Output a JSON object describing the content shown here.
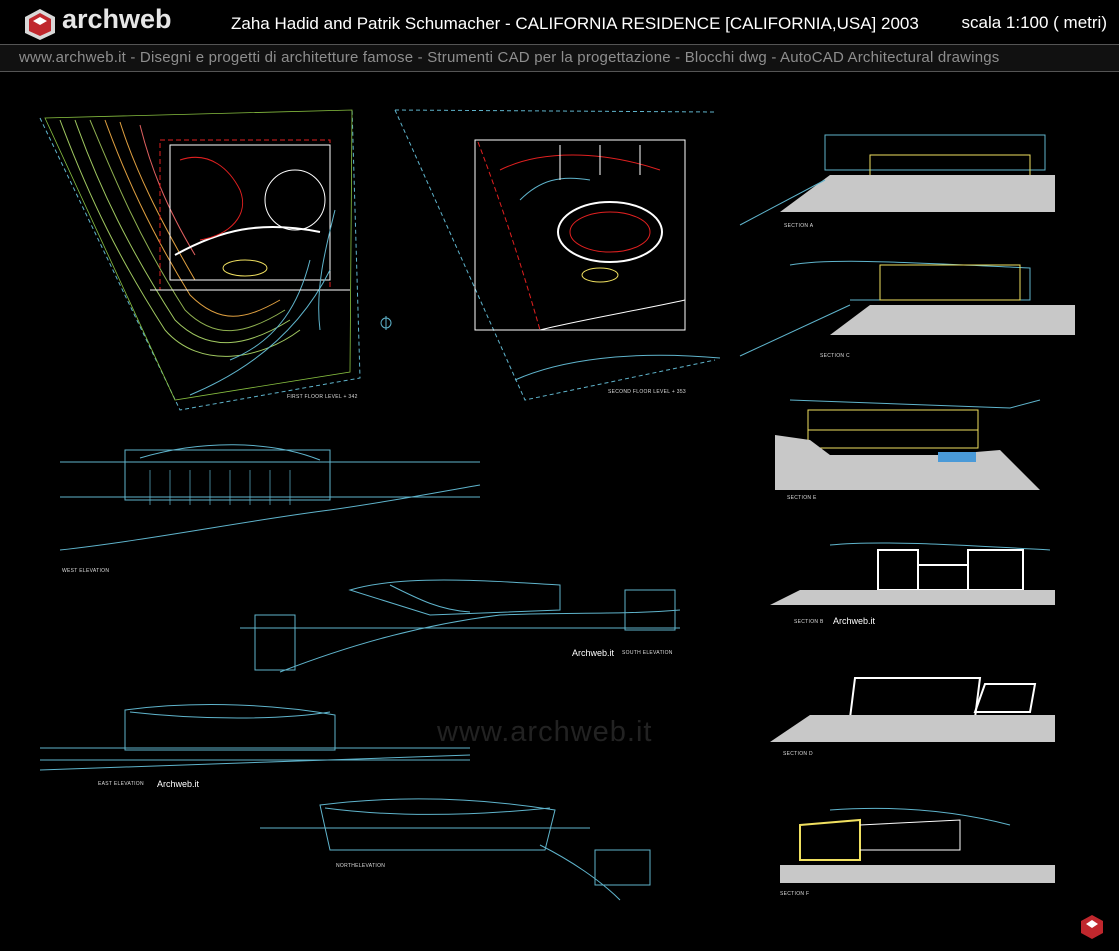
{
  "header": {
    "logo_text": "archweb",
    "title": "Zaha Hadid and Patrik Schumacher - CALIFORNIA RESIDENCE [CALIFORNIA,USA] 2003",
    "scale": "scala 1:100 ( metri)"
  },
  "subbar": {
    "text": "www.archweb.it -   Disegni e progetti di architetture famose  -  Strumenti CAD  per la progettazione  -  Blocchi dwg - AutoCAD Architectural drawings"
  },
  "labels": {
    "first_floor": "FIRST FLOOR     LEVEL  + 342",
    "second_floor": "SECOND FLOOR    LEVEL  + 353",
    "west_elevation": "WEST ELEVATION",
    "south_elevation": "SOUTH ELEVATION",
    "east_elevation": "EAST ELEVATION",
    "north_elevation": "NORTHELEVATION",
    "section_a": "SECTION A",
    "section_c": "SECTION C",
    "section_e": "SECTION E",
    "section_b": "SECTION B",
    "section_d": "SECTION D",
    "section_f": "SECTION F"
  },
  "watermarks": {
    "small": "Archweb.it",
    "big": "www.archweb.it"
  },
  "colors": {
    "background": "#000000",
    "cyan": "#5fb4cc",
    "red": "#e02020",
    "yellow": "#f0e060",
    "white": "#ffffff",
    "green": "#8fd060",
    "ground": "#c8c8c8"
  }
}
